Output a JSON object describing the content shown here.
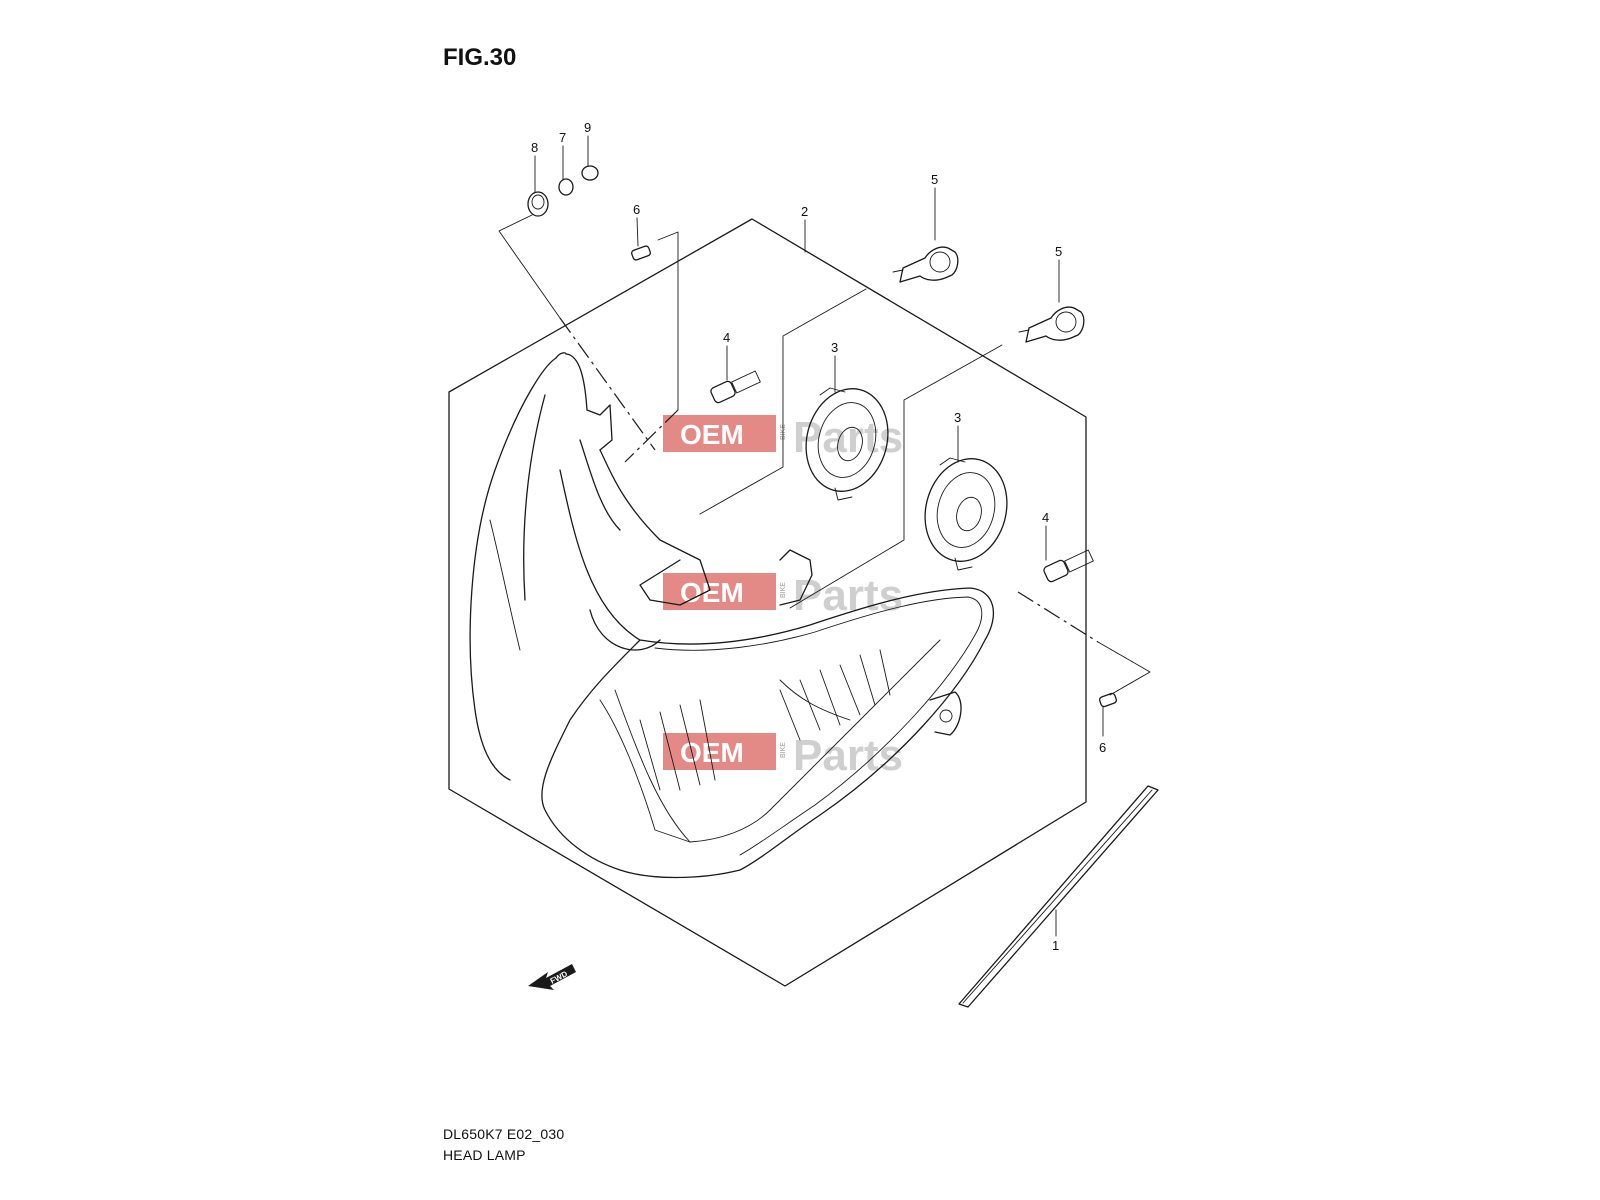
{
  "figure": {
    "title": "FIG.30",
    "code": "DL650K7 E02_030",
    "name": "HEAD LAMP",
    "direction_label": "FWD"
  },
  "callouts": {
    "c1": "1",
    "c2": "2",
    "c3a": "3",
    "c3b": "3",
    "c4a": "4",
    "c4b": "4",
    "c5a": "5",
    "c5b": "5",
    "c6a": "6",
    "c6b": "6",
    "c7": "7",
    "c8": "8",
    "c9": "9"
  },
  "watermark": {
    "brand_left": "OEM",
    "brand_right": "Parts",
    "brand_small": "BIKE"
  },
  "colors": {
    "watermark_red": "#e48a86",
    "watermark_grey": "#cfcfcf",
    "line": "#1a1a1a"
  }
}
